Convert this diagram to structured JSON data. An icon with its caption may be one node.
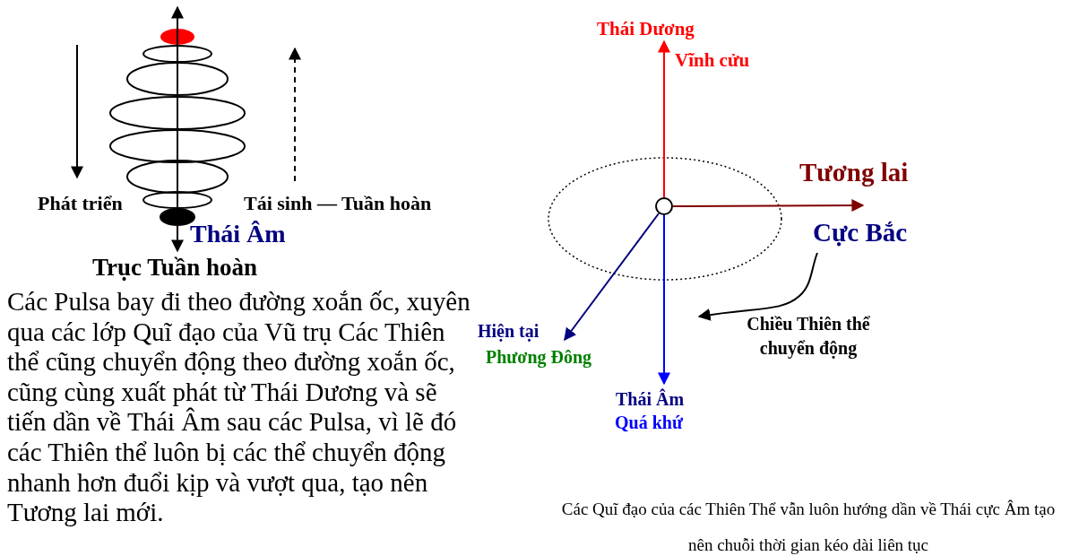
{
  "diagram": {
    "caption": "Các Quĩ đạo của các Thiên Thể vẫn luôn hướng dần về Thái cực Âm tạo nên chuỗi thời gian kéo dài liên tục",
    "nodes": [
      {
        "text": [],
        "shape": "circle"
      },
      {
        "text": [
          "Thái Dương",
          "Vĩnh cửu"
        ]
      },
      {
        "text": [
          "Tương lai"
        ]
      },
      {
        "text": [
          "Cực Bắc"
        ]
      },
      {
        "text": [
          "Hiện tại",
          "Phương Đông"
        ]
      },
      {
        "text": [
          "Thái Âm",
          "Quá khứ"
        ]
      }
    ],
    "edges": [
      {
        "from": 0,
        "to": 1,
        "arrow": "to",
        "color": "#ff0000"
      },
      {
        "from": 0,
        "to": 2,
        "arrow": "to",
        "color": "#800000"
      },
      {
        "from": 0,
        "to": 4,
        "arrow": "to",
        "color": "#000080"
      },
      {
        "from": 0,
        "to": 5,
        "arrow": "to",
        "color": "#0000ff"
      },
      {
        "from": 3,
        "to": null,
        "arrow": "to",
        "color": "#000000"
      }
    ],
    "labels": [
      "Phát triển",
      "Tái sinh — Tuần hoàn",
      "Thái Âm",
      "Trục Tuần hoàn",
      "Các Pulsa bay đi theo đường xoắn ốc, xuyên qua các lớp Quĩ đạo của Vũ trụ Các Thiên thể cũng chuyển động theo đường xoắn ốc, cũng cùng xuất phát từ Thái Dương và sẽ tiến dần về Thái Âm sau các Pulsa, vì lẽ đó các Thiên thể luôn bị các thể chuyển động nhanh hơn đuổi kịp và vượt qua, tạo nên Tương lai mới.",
      "Chiều Thiên thể chuyển động"
    ]
  }
}
